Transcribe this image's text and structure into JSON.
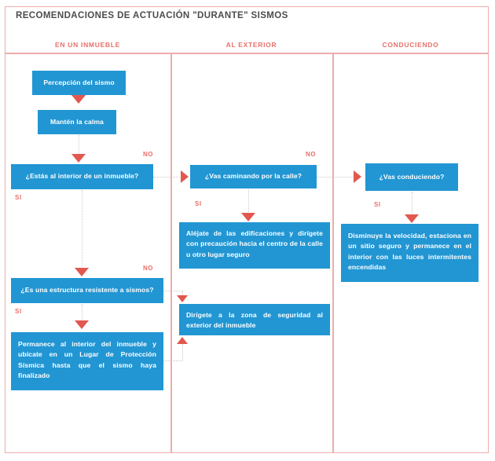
{
  "page": {
    "title": "RECOMENDACIONES DE ACTUACIÓN \"DURANTE\" SISMOS",
    "frame_color": "#eeacab",
    "accent_color": "#e8706a",
    "box_color": "#2196d3",
    "arrow_color": "#e2584f",
    "connector_color": "#c9c9c9",
    "title_color": "#4c4c4c"
  },
  "columns": [
    {
      "id": "en-un-inmueble",
      "label": "EN UN INMUEBLE"
    },
    {
      "id": "al-exterior",
      "label": "AL EXTERIOR"
    },
    {
      "id": "conduciendo",
      "label": "CONDUCIENDO"
    }
  ],
  "nodes": {
    "percepcion": {
      "text": "Percepción del sismo",
      "type": "process",
      "column": 1
    },
    "manten_calma": {
      "text": "Mantén la calma",
      "type": "process",
      "column": 1
    },
    "q_inmueble": {
      "text": "¿Estás al interior de un inmueble?",
      "type": "decision",
      "column": 1
    },
    "q_estructura": {
      "text": "¿Es una estructura resistente a sismos?",
      "type": "decision",
      "column": 1
    },
    "permanece": {
      "text": "Permanece al interior del inmueble y ubícate en un Lugar de Protección Sísmica hasta que el sismo haya finalizado",
      "type": "process",
      "column": 1
    },
    "q_caminando": {
      "text": "¿Vas caminando por la calle?",
      "type": "decision",
      "column": 2
    },
    "alejate": {
      "text": "Aléjate de las edificaciones y dirígete con precaución hacia el centro de la calle u otro lugar seguro",
      "type": "process",
      "column": 2
    },
    "dirigete_zona": {
      "text": "Dirígete a la zona de seguridad al exterior del inmueble",
      "type": "process",
      "column": 2
    },
    "q_conduciendo": {
      "text": "¿Vas conduciendo?",
      "type": "decision",
      "column": 3
    },
    "disminuye": {
      "text": "Disminuye la velocidad, estaciona en un sitio seguro y permanece en el interior con las luces intermitentes encendidas",
      "type": "process",
      "column": 3
    }
  },
  "branch_labels": {
    "inmueble_no": "NO",
    "inmueble_si": "SI",
    "estructura_no": "NO",
    "estructura_si": "SI",
    "caminando_no": "NO",
    "caminando_si": "SI",
    "conduciendo_si": "SI"
  },
  "edges": [
    {
      "from": "percepcion",
      "to": "manten_calma",
      "label": ""
    },
    {
      "from": "manten_calma",
      "to": "q_inmueble",
      "label": ""
    },
    {
      "from": "q_inmueble",
      "to": "q_caminando",
      "label": "NO"
    },
    {
      "from": "q_inmueble",
      "to": "q_estructura",
      "label": "SI"
    },
    {
      "from": "q_estructura",
      "to": "permanece",
      "label": "SI"
    },
    {
      "from": "q_estructura",
      "to": "dirigete_zona",
      "label": "NO"
    },
    {
      "from": "q_caminando",
      "to": "q_conduciendo",
      "label": "NO"
    },
    {
      "from": "q_caminando",
      "to": "alejate",
      "label": "SI"
    },
    {
      "from": "q_conduciendo",
      "to": "disminuye",
      "label": "SI"
    },
    {
      "from": "permanece",
      "to": "dirigete_zona",
      "label": ""
    }
  ]
}
